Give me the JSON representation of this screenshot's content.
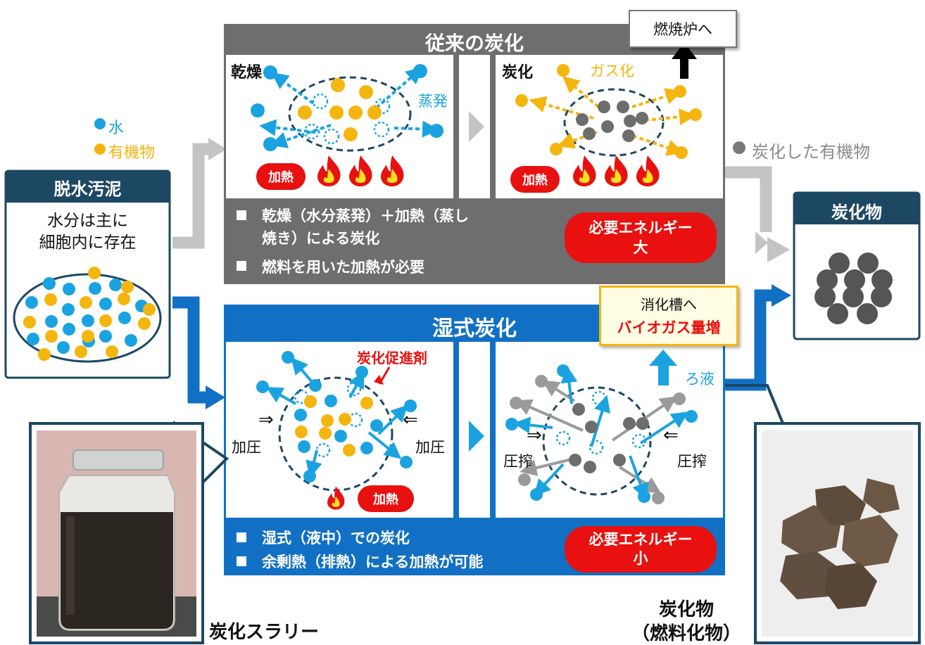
{
  "legend": {
    "water": "水",
    "organic": "有機物",
    "carbonized": "炭化した有機物"
  },
  "sludge_box": {
    "title": "脱水汚泥",
    "line1": "水分は主に",
    "line2": "細胞内に存在"
  },
  "conventional": {
    "title": "従来の炭化",
    "dry_label": "乾燥",
    "evap_label": "蒸発",
    "carb_label": "炭化",
    "gas_label": "ガス化",
    "heat_label": "加熱",
    "to_incinerator": "燃焼炉へ",
    "bullet1_line1": "乾燥（水分蒸発）＋加熱（蒸し",
    "bullet1_line2": "焼き）による炭化",
    "bullet2": "燃料を用いた加熱が必要",
    "energy_line1": "必要エネルギー",
    "energy_line2": "大"
  },
  "wet": {
    "title": "湿式炭化",
    "promoter": "炭化促進剤",
    "pressure": "加圧",
    "squeeze": "圧搾",
    "heat_label": "加熱",
    "filtrate": "ろ液",
    "bullet1": "湿式（液中）での炭化",
    "bullet2": "余剰熱（排熱）による加熱が可能",
    "energy_line1": "必要エネルギー",
    "energy_line2": "小"
  },
  "digester_box": {
    "line1": "消化槽へ",
    "line2": "バイオガス量増"
  },
  "product_box": {
    "title": "炭化物"
  },
  "captions": {
    "slurry": "炭化スラリー",
    "fuel_line1": "炭化物",
    "fuel_line2": "（燃料化物）"
  },
  "symbols": {
    "press_right": "⇒",
    "press_left": "⇐"
  },
  "colors": {
    "water": "#1aa3e0",
    "organic": "#f5b50f",
    "carbon": "#6d6d6d",
    "navy": "#1d4863",
    "wet_blue": "#1270c4",
    "gray_panel": "#6e6e6e",
    "red": "#e8110f"
  }
}
